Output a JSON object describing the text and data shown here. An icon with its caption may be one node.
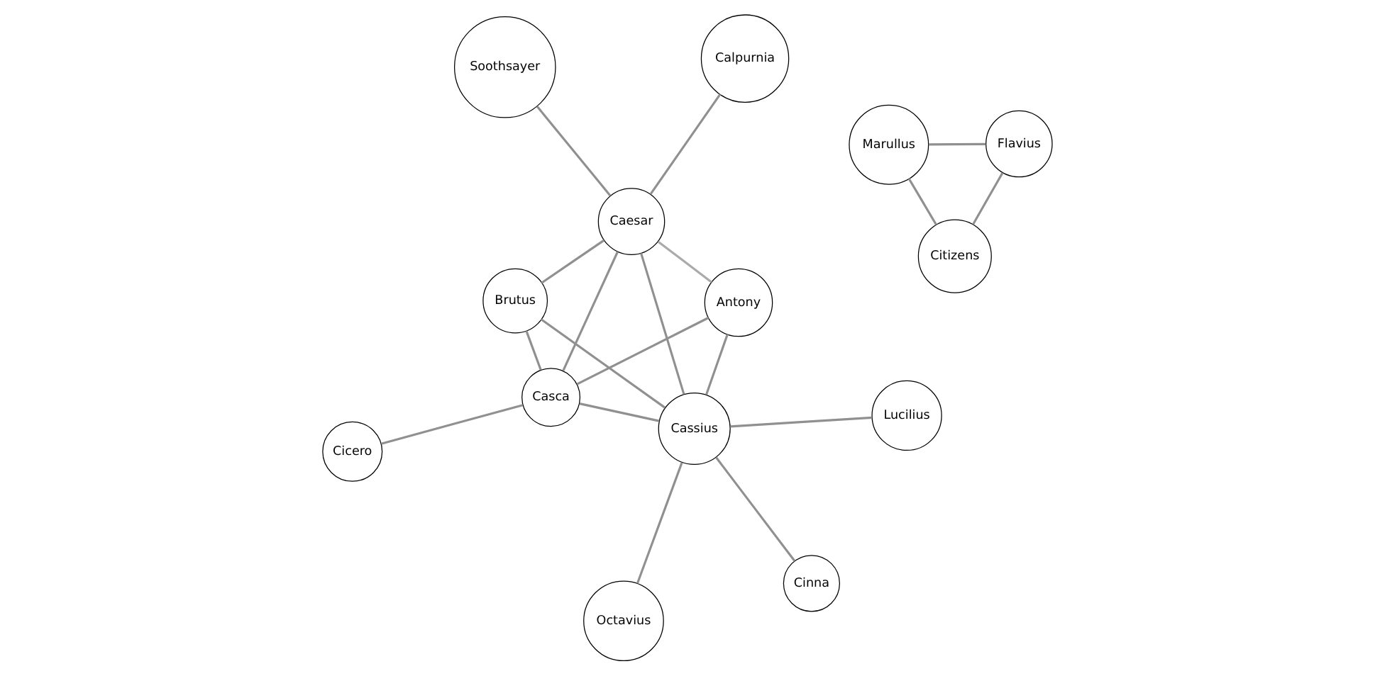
{
  "diagram": {
    "nodes": [
      {
        "text": [
          "Cicero"
        ]
      },
      {
        "text": [
          "Antony"
        ]
      },
      {
        "text": [
          "Casca"
        ]
      },
      {
        "text": [
          "Calpurnia"
        ]
      },
      {
        "text": [
          "Marullus"
        ]
      },
      {
        "text": [
          "Caesar"
        ]
      },
      {
        "text": [
          "Brutus"
        ]
      },
      {
        "text": [
          "Soothsayer"
        ]
      },
      {
        "text": [
          "Cassius"
        ]
      },
      {
        "text": [
          "Flavius"
        ]
      },
      {
        "text": [
          "Citizens"
        ]
      },
      {
        "text": [
          "Octavius"
        ]
      },
      {
        "text": [
          "Lucilius"
        ]
      },
      {
        "text": [
          "Cinna"
        ]
      }
    ],
    "edges": [
      {
        "from": 4,
        "to": 9,
        "arrow": "none"
      },
      {
        "from": 4,
        "to": 10,
        "arrow": "none"
      },
      {
        "from": 9,
        "to": 10,
        "arrow": "none"
      },
      {
        "from": 0,
        "to": 2,
        "arrow": "none"
      },
      {
        "from": 2,
        "to": 1,
        "arrow": "none"
      },
      {
        "from": 2,
        "to": 5,
        "arrow": "none"
      },
      {
        "from": 2,
        "to": 6,
        "arrow": "none"
      },
      {
        "from": 2,
        "to": 8,
        "arrow": "none"
      },
      {
        "from": 1,
        "to": 5,
        "arrow": "none",
        "color": "#aaaaaa"
      },
      {
        "from": 1,
        "to": 8,
        "arrow": "none"
      },
      {
        "from": 3,
        "to": 5,
        "arrow": "none"
      },
      {
        "from": 6,
        "to": 5,
        "arrow": "none"
      },
      {
        "from": 5,
        "to": 7,
        "arrow": "none"
      },
      {
        "from": 5,
        "to": 8,
        "arrow": "none"
      },
      {
        "from": 6,
        "to": 8,
        "arrow": "none"
      },
      {
        "from": 8,
        "to": 11,
        "arrow": "none"
      },
      {
        "from": 8,
        "to": 12,
        "arrow": "none"
      },
      {
        "from": 8,
        "to": 13,
        "arrow": "none"
      }
    ]
  }
}
